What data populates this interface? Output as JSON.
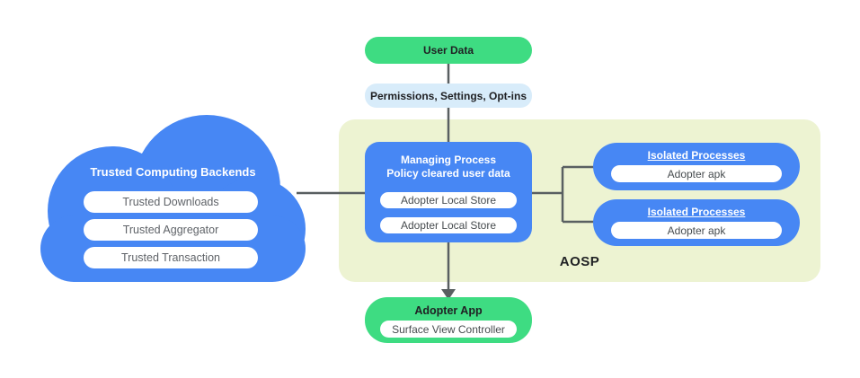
{
  "diagram": {
    "user_data": {
      "label": "User Data"
    },
    "permissions": {
      "label": "Permissions,  Settings, Opt-ins"
    },
    "cloud": {
      "title": "Trusted Computing Backends",
      "items": [
        "Trusted Downloads",
        "Trusted Aggregator",
        "Trusted Transaction"
      ]
    },
    "aosp": {
      "label": "AOSP",
      "managing_process": {
        "title_line1": "Managing Process",
        "title_line2": "Policy cleared user data",
        "stores": [
          "Adopter Local Store",
          "Adopter Local Store"
        ]
      },
      "isolated": [
        {
          "title": "Isolated Processes",
          "item": "Adopter apk"
        },
        {
          "title": "Isolated Processes",
          "item": "Adopter apk"
        }
      ]
    },
    "adopter_app": {
      "title": "Adopter App",
      "item": "Surface View Controller"
    },
    "colors": {
      "blue": "#4787f4",
      "green": "#3edc82",
      "light_blue": "#d8ecfa",
      "aosp_bg": "#edf3d2",
      "line": "#595f61",
      "pill_text": "#474c4f",
      "dark_text": "#202124"
    }
  }
}
